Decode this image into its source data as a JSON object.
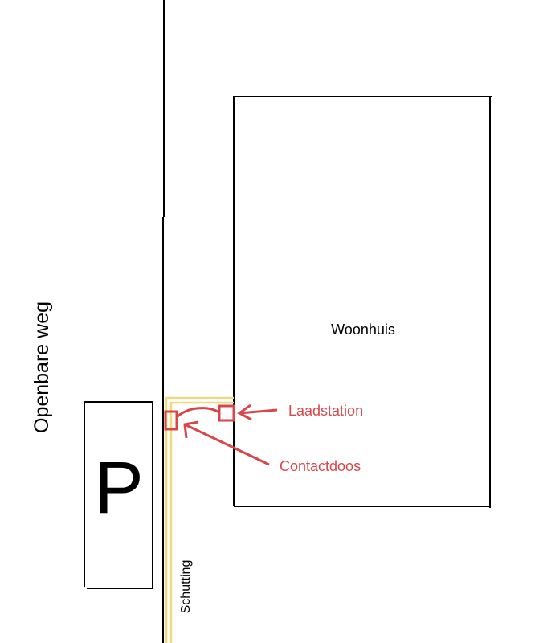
{
  "labels": {
    "road": "Openbare weg",
    "parking": "P",
    "house": "Woonhuis",
    "charger": "Laadstation",
    "socket": "Contactdoos",
    "fence": "Schutting"
  },
  "colors": {
    "line": "#000000",
    "annotation": "#d9464a",
    "fence": "#efd97a"
  }
}
